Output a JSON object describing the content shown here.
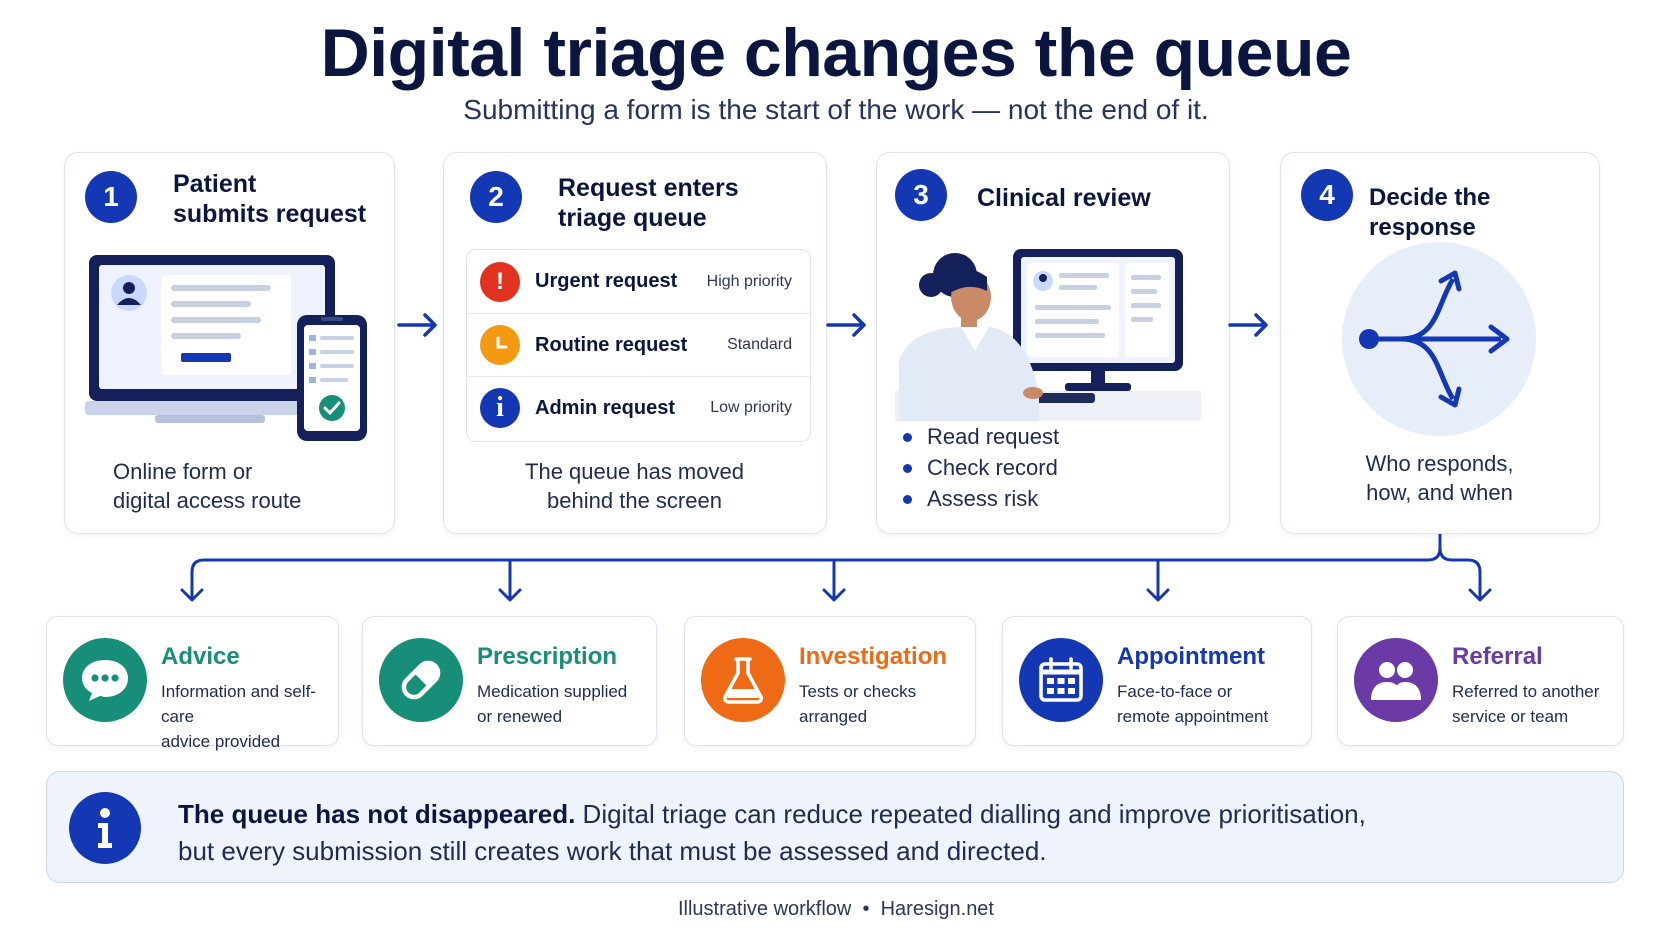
{
  "title": "Digital triage changes the queue",
  "subtitle": "Submitting a form is the start of the work — not the end of it.",
  "colors": {
    "primary": "#1437b4",
    "urgent": "#e0321e",
    "routine": "#f39a12",
    "advice": "#178f78",
    "investigation": "#ee6a14",
    "appointment": "#1437b4",
    "referral": "#6b3aa6"
  },
  "steps": [
    {
      "number": "1",
      "title_line1": "Patient",
      "title_line2": "submits request",
      "caption_line1": "Online form or",
      "caption_line2": "digital access route",
      "illustration": "laptop-phone-form-icon"
    },
    {
      "number": "2",
      "title_line1": "Request enters",
      "title_line2": "triage queue",
      "caption_line1": "The queue has moved",
      "caption_line2": "behind the screen"
    },
    {
      "number": "3",
      "title_line1": "Clinical review",
      "illustration": "clinician-at-monitor-icon",
      "bullets": [
        "Read request",
        "Check record",
        "Assess risk"
      ]
    },
    {
      "number": "4",
      "title_line1": "Decide the response",
      "caption_line1": "Who responds,",
      "caption_line2": "how, and when",
      "illustration": "branching-arrows-icon"
    }
  ],
  "queue": [
    {
      "label": "Urgent request",
      "priority": "High priority",
      "icon": "exclamation-icon"
    },
    {
      "label": "Routine request",
      "priority": "Standard",
      "icon": "clock-icon"
    },
    {
      "label": "Admin request",
      "priority": "Low priority",
      "icon": "info-icon"
    }
  ],
  "outcomes": [
    {
      "title": "Advice",
      "line1": "Information and self-care",
      "line2": "advice provided",
      "icon": "chat-bubble-icon"
    },
    {
      "title": "Prescription",
      "line1": "Medication supplied",
      "line2": "or renewed",
      "icon": "pill-icon"
    },
    {
      "title": "Investigation",
      "line1": "Tests or checks",
      "line2": "arranged",
      "icon": "flask-icon"
    },
    {
      "title": "Appointment",
      "line1": "Face-to-face or",
      "line2": "remote appointment",
      "icon": "calendar-icon"
    },
    {
      "title": "Referral",
      "line1": "Referred to another",
      "line2": "service or team",
      "icon": "people-icon"
    }
  ],
  "note": {
    "strong": "The queue has not disappeared.",
    "text_line1": " Digital triage can reduce repeated dialling and improve prioritisation,",
    "text_line2": "but every submission still creates work that must be assessed and directed.",
    "icon": "info-icon"
  },
  "footer": "Illustrative workflow  •  Haresign.net"
}
